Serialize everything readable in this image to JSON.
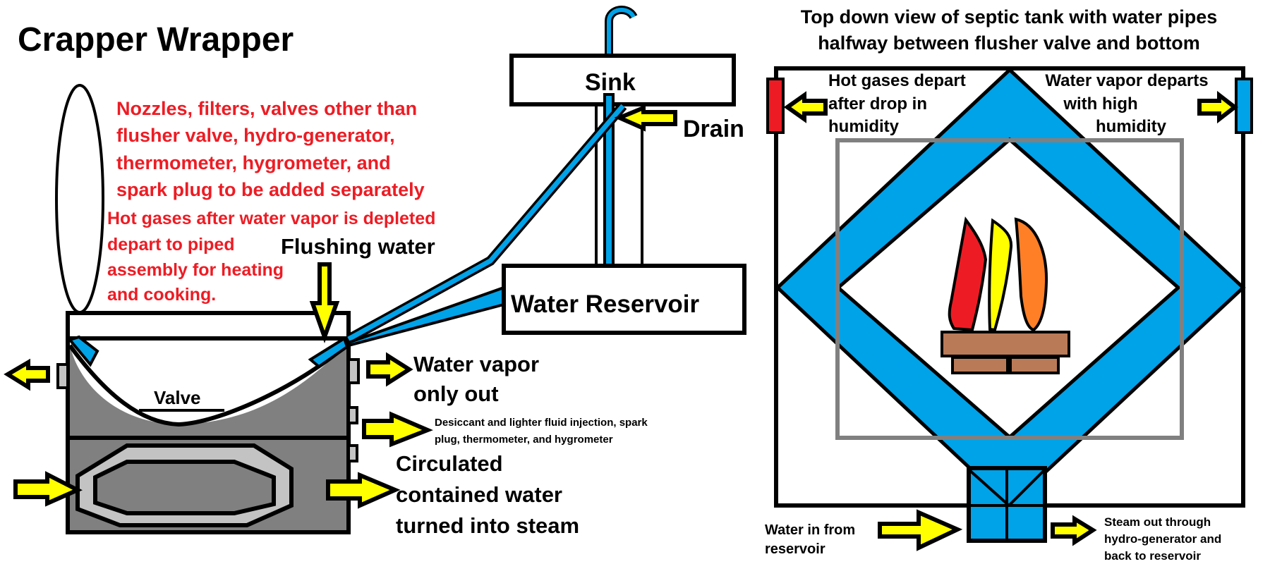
{
  "left": {
    "title": "Crapper Wrapper",
    "red_note_1": [
      "Nozzles, filters, valves other than",
      "flusher valve, hydro-generator,",
      "thermometer, hygrometer, and",
      "spark plug to be added separately"
    ],
    "red_note_2": [
      "Hot gases after water vapor is depleted",
      "depart to piped",
      "assembly for heating",
      "and cooking."
    ],
    "flushing_water": "Flushing water",
    "valve": "Valve",
    "water_vapor": [
      "Water vapor",
      "only out"
    ],
    "desiccant": [
      "Desiccant and lighter fluid injection, spark",
      "plug, thermometer, and hygrometer"
    ],
    "circulated": [
      "Circulated",
      "contained water",
      "turned into steam"
    ]
  },
  "middle": {
    "sink": "Sink",
    "drain": "Drain",
    "reservoir": "Water Reservoir"
  },
  "right": {
    "title": [
      "Top down view of septic tank with water pipes",
      "halfway between flusher valve and bottom"
    ],
    "hot_gases": [
      "Hot gases depart",
      "after drop in",
      "humidity"
    ],
    "water_vapor": [
      "Water vapor departs",
      "with high",
      "humidity"
    ],
    "water_in": [
      "Water in from",
      "reservoir"
    ],
    "steam_out": [
      "Steam out through",
      "hydro-generator and",
      "back to reservoir"
    ]
  },
  "colors": {
    "pipe_blue": "#00a2e8",
    "arrow_yellow": "#ffff00",
    "note_red": "#ed1c24",
    "flame_red": "#ed1c24",
    "flame_yellow": "#ffff00",
    "flame_orange": "#ff7f27",
    "brick_brown": "#b97a57"
  }
}
